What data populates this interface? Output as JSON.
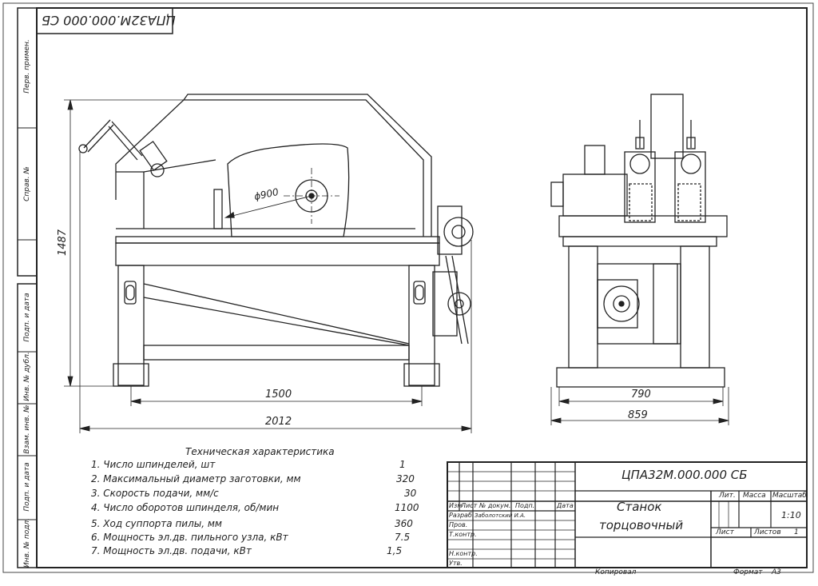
{
  "drawing_code_rotated": "ЦПА32М.000.000 СБ",
  "side_stamps": [
    "Перв. примен.",
    "Справ. №",
    "Подп. и дата",
    "Инв. № дубл.",
    "Взам. инв. №",
    "Подп. и дата",
    "Инв. № подл."
  ],
  "dimensions": {
    "height": "1487",
    "saw_diameter": "ϕ900",
    "base_length": "1500",
    "overall_length": "2012",
    "side_base_width": "790",
    "side_overall_width": "859"
  },
  "specs": {
    "title": "Техническая характеристика",
    "rows": [
      {
        "label": "1. Число шпинделей, шт",
        "value": "1"
      },
      {
        "label": "2. Максимальный диаметр заготовки, мм",
        "value": "320"
      },
      {
        "label": "3. Скорость подачи, мм/с",
        "value": "30"
      },
      {
        "label": "4. Число оборотов шпинделя, об/мин",
        "value": "1100"
      },
      {
        "label": "5. Ход суппорта пилы, мм",
        "value": "360"
      },
      {
        "label": "6. Мощность эл.дв. пильного узла, кВт",
        "value": "7.5"
      },
      {
        "label": "7. Мощность эл.дв. подачи, кВт",
        "value": "1,5"
      }
    ]
  },
  "title_block": {
    "code": "ЦПА32М.000.000 СБ",
    "name_line1": "Станок",
    "name_line2": "торцовочный",
    "headers": {
      "izm": "Изм",
      "list": "Лист",
      "doc": "№ докум.",
      "podp": "Подп.",
      "data": "Дата"
    },
    "rows": {
      "razrab": "Разраб.",
      "razrab_name": "Заболотский И.А.",
      "prov": "Пров.",
      "tkontr": "Т.контр.",
      "nkontr": "Н.контр.",
      "utv": "Утв."
    },
    "lit": "Лит.",
    "massa": "Масса",
    "masshtab": "Масштаб",
    "scale": "1:10",
    "sheet_label": "Лист",
    "sheets_label": "Листов",
    "sheets_value": "1"
  },
  "footer": {
    "copied": "Копировал",
    "format": "Формат",
    "format_value": "А3"
  }
}
